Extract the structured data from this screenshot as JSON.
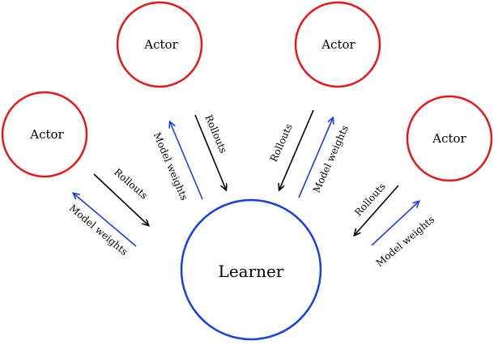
{
  "nodes": {
    "learner": {
      "label": "Learner"
    },
    "actors": [
      {
        "label": "Actor"
      },
      {
        "label": "Actor"
      },
      {
        "label": "Actor"
      },
      {
        "label": "Actor"
      }
    ]
  },
  "edges": [
    {
      "rollouts_label": "Rollouts",
      "weights_label": "Model weights"
    },
    {
      "rollouts_label": "Rollouts",
      "weights_label": "Model weights"
    },
    {
      "rollouts_label": "Rollouts",
      "weights_label": "Model weights"
    },
    {
      "rollouts_label": "Rollouts",
      "weights_label": "Model weights"
    }
  ],
  "colors": {
    "actor_stroke": "#e31a1c",
    "learner_stroke": "#1a3fe0",
    "rollouts_arrow": "#000000",
    "weights_arrow": "#1a3fe0",
    "text": "#000000"
  }
}
